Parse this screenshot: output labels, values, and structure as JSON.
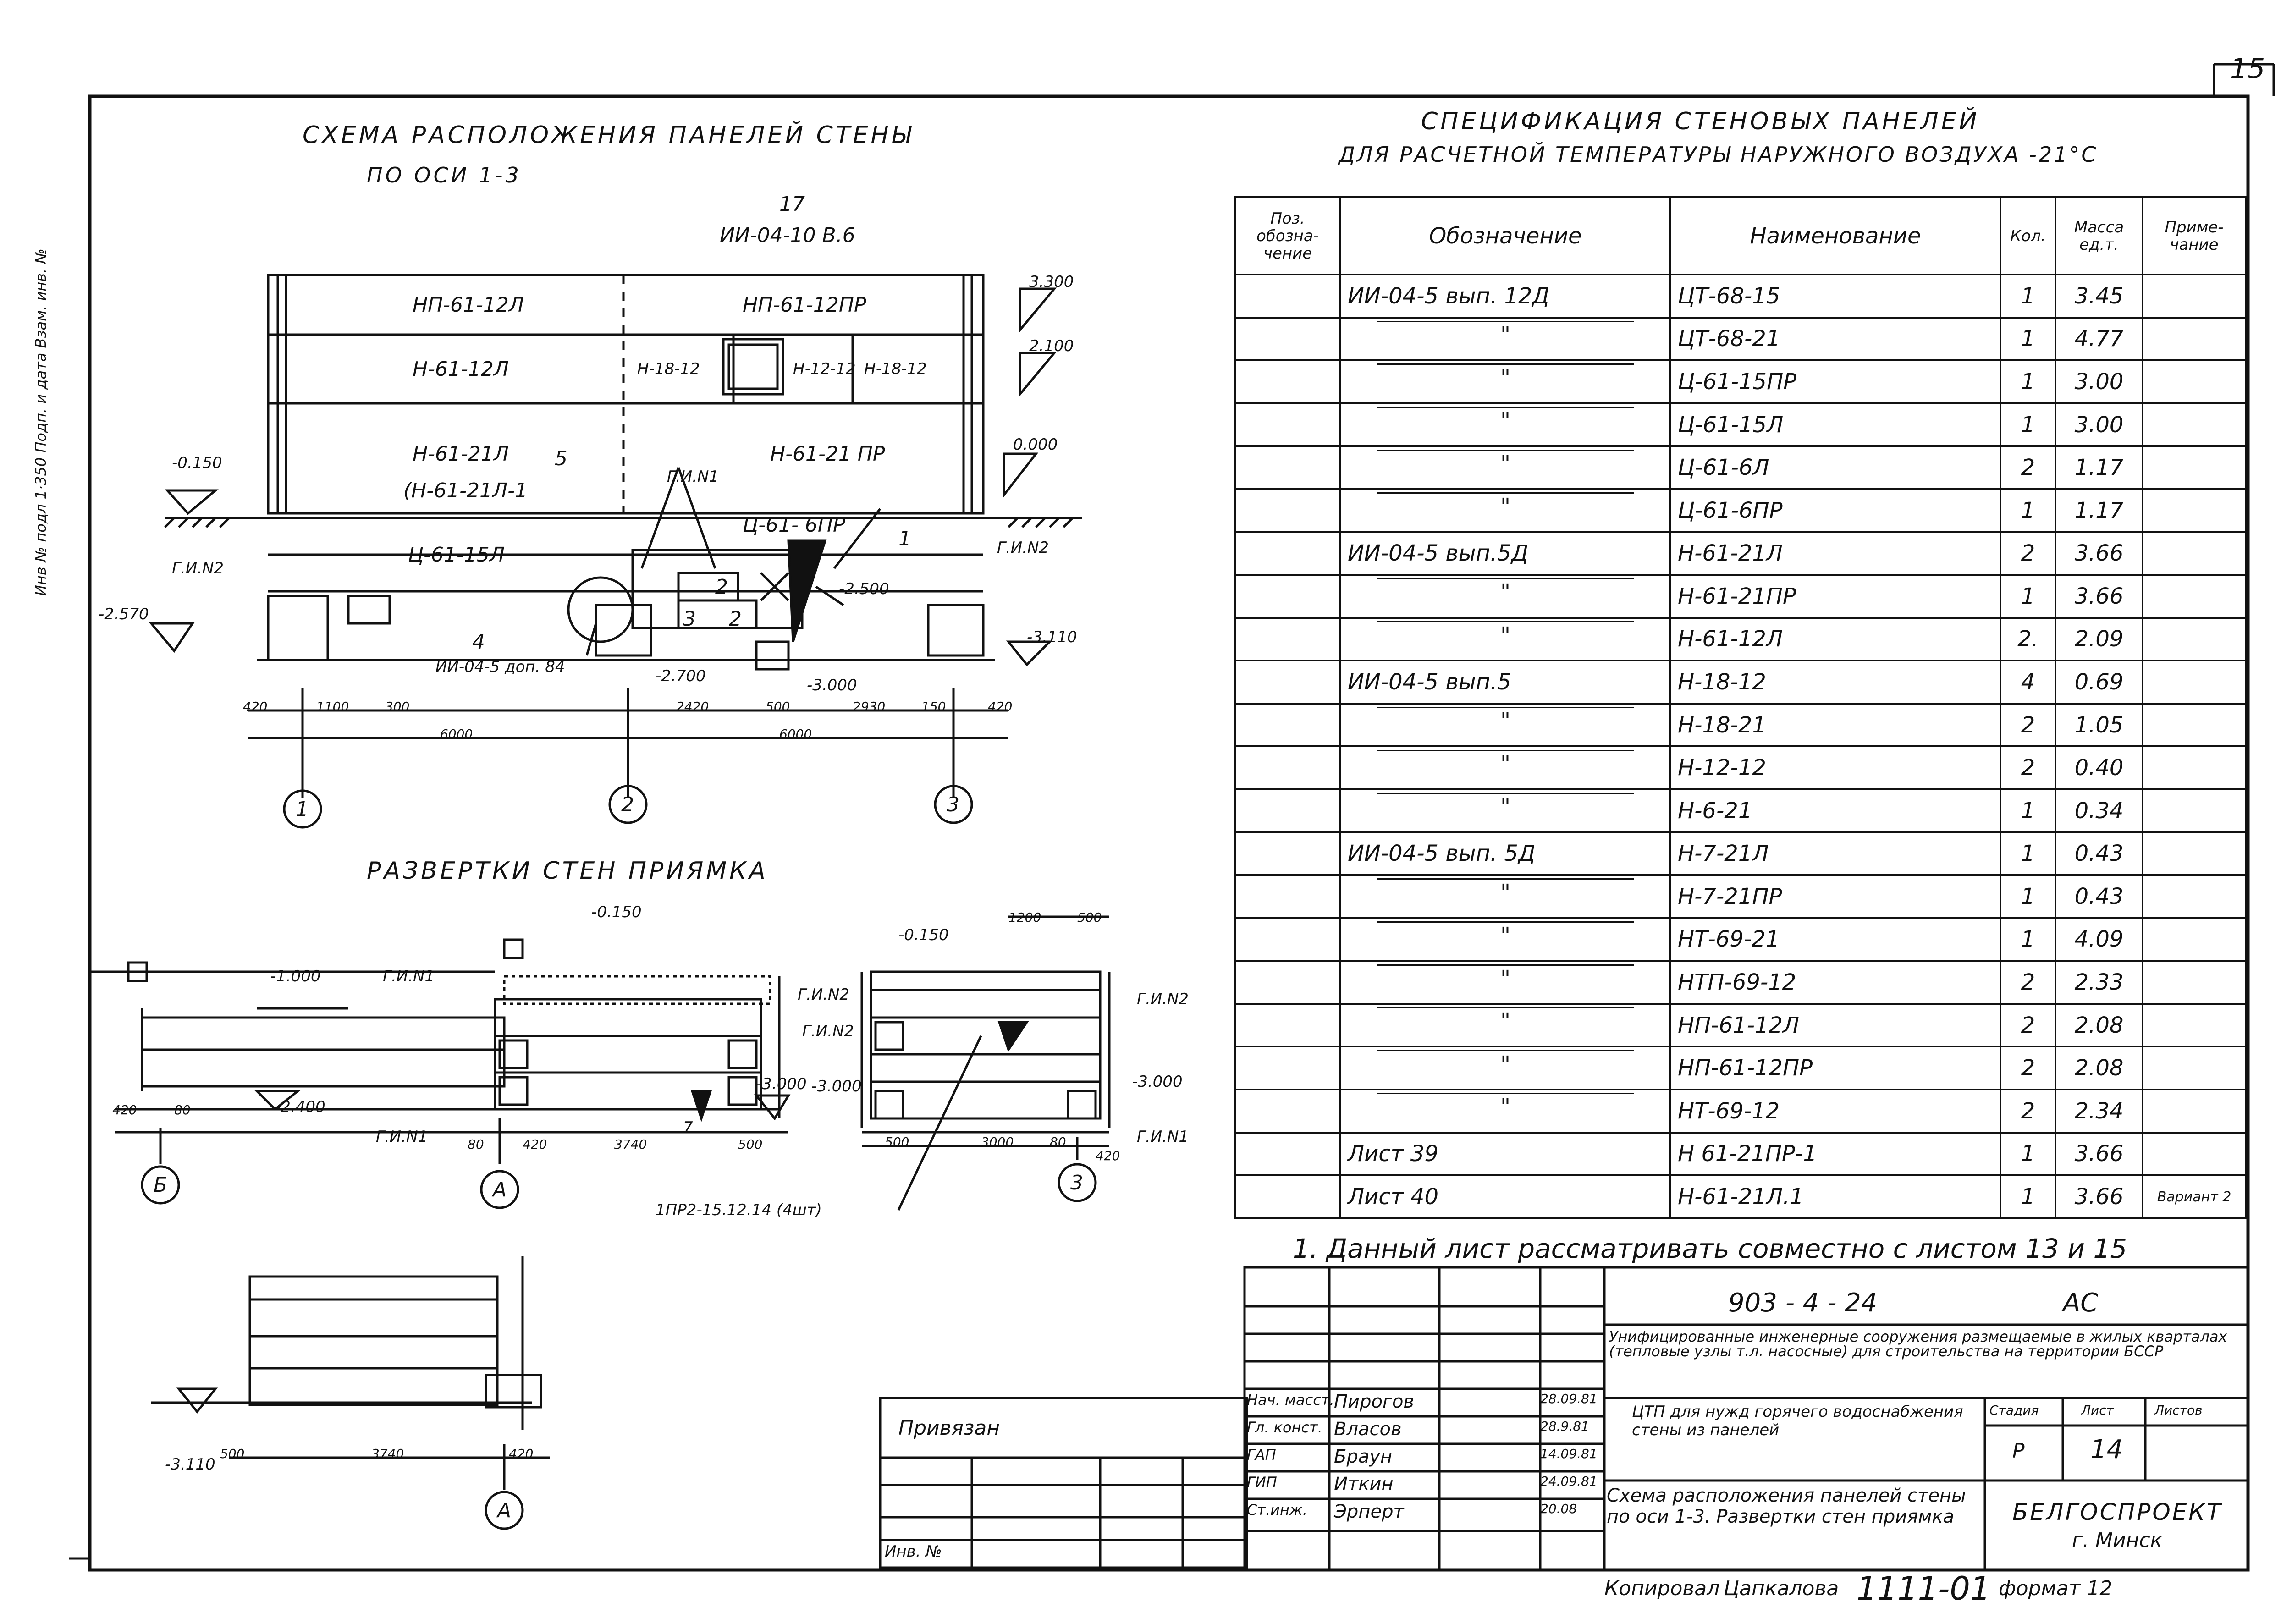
{
  "sheet_number": "15",
  "side_stamp": "Инв № подл  1·350  Подп. и дата  Взам. инв. №",
  "scheme": {
    "title": "СХЕМА РАСПОЛОЖЕНИЯ ПАНЕЛЕЙ СТЕНЫ",
    "subtitle": "ПО ОСИ 1-3",
    "top_callout_num": "17",
    "top_callout_ref": "ИИ-04-10 В.6",
    "panels": [
      "НП-61-12Л",
      "НП-61-12ПР",
      "Н-61-12Л",
      "Н-18-12",
      "Н-12-12",
      "Н-18-12",
      "Н-61-21Л",
      "(Н-61-21Л-1",
      "Н-61-21 ПР",
      "Ц-61-15Л",
      "Ц-61- 6ПР"
    ],
    "marks": [
      "3.300",
      "2.100",
      "0.000",
      "-0.150",
      "-2.570",
      "-2.500",
      "-2.700",
      "-3.000",
      "-3.110"
    ],
    "labels": [
      "Г.И.N1",
      "Г.И.N2",
      "Г.И.N2",
      "5",
      "1",
      "2",
      "3",
      "2",
      "4",
      "ИИ-04-5 доп. 84"
    ],
    "dims": [
      "420",
      "1100",
      "300",
      "2420",
      "500",
      "2930",
      "150",
      "420",
      "6000",
      "6000"
    ],
    "axes": [
      "1",
      "2",
      "3"
    ]
  },
  "sweep": {
    "title": "РАЗВЕРТКИ СТЕН ПРИЯМКА",
    "marks": [
      "-0.150",
      "-1.000",
      "-2.400",
      "-3.000",
      "-0.150",
      "-3.000",
      "-3.000",
      "-3.110"
    ],
    "labels": [
      "Г.И.N1",
      "Г.И.N2",
      "Г.И.N1",
      "Г.И.N2",
      "Г.И.N2",
      "Г.И.N1",
      "7",
      "1ПР2-15.12.14 (4шт)"
    ],
    "dims": [
      "420",
      "80",
      "80",
      "420",
      "3740",
      "500",
      "1200",
      "500",
      "500",
      "3000",
      "80",
      "420",
      "500",
      "3740",
      "420"
    ],
    "axes": [
      "Б",
      "А",
      "3",
      "А"
    ]
  },
  "spec": {
    "title1": "СПЕЦИФИКАЦИЯ СТЕНОВЫХ ПАНЕЛЕЙ",
    "title2": "ДЛЯ РАСЧЕТНОЙ ТЕМПЕРАТУРЫ НАРУЖНОГО ВОЗДУХА -21°С",
    "headers": [
      "Поз. обозна- чение",
      "Обозначение",
      "Наименование",
      "Кол.",
      "Масса ед.т.",
      "Приме- чание"
    ],
    "rows": [
      {
        "des": "ИИ-04-5 вып. 12Д",
        "name": "ЦТ-68-15",
        "qty": "1",
        "mass": "3.45",
        "note": ""
      },
      {
        "des": "",
        "name": "ЦТ-68-21",
        "qty": "1",
        "mass": "4.77",
        "note": ""
      },
      {
        "des": "",
        "name": "Ц-61-15ПР",
        "qty": "1",
        "mass": "3.00",
        "note": ""
      },
      {
        "des": "",
        "name": "Ц-61-15Л",
        "qty": "1",
        "mass": "3.00",
        "note": ""
      },
      {
        "des": "",
        "name": "Ц-61-6Л",
        "qty": "2",
        "mass": "1.17",
        "note": ""
      },
      {
        "des": "",
        "name": "Ц-61-6ПР",
        "qty": "1",
        "mass": "1.17",
        "note": ""
      },
      {
        "des": "ИИ-04-5 вып.5Д",
        "name": "Н-61-21Л",
        "qty": "2",
        "mass": "3.66",
        "note": ""
      },
      {
        "des": "",
        "name": "Н-61-21ПР",
        "qty": "1",
        "mass": "3.66",
        "note": ""
      },
      {
        "des": "",
        "name": "Н-61-12Л",
        "qty": "2.",
        "mass": "2.09",
        "note": ""
      },
      {
        "des": "ИИ-04-5 вып.5",
        "name": "Н-18-12",
        "qty": "4",
        "mass": "0.69",
        "note": ""
      },
      {
        "des": "",
        "name": "Н-18-21",
        "qty": "2",
        "mass": "1.05",
        "note": ""
      },
      {
        "des": "",
        "name": "Н-12-12",
        "qty": "2",
        "mass": "0.40",
        "note": ""
      },
      {
        "des": "",
        "name": "Н-6-21",
        "qty": "1",
        "mass": "0.34",
        "note": ""
      },
      {
        "des": "ИИ-04-5 вып. 5Д",
        "name": "Н-7-21Л",
        "qty": "1",
        "mass": "0.43",
        "note": ""
      },
      {
        "des": "",
        "name": "Н-7-21ПР",
        "qty": "1",
        "mass": "0.43",
        "note": ""
      },
      {
        "des": "",
        "name": "НТ-69-21",
        "qty": "1",
        "mass": "4.09",
        "note": ""
      },
      {
        "des": "",
        "name": "НТП-69-12",
        "qty": "2",
        "mass": "2.33",
        "note": ""
      },
      {
        "des": "",
        "name": "НП-61-12Л",
        "qty": "2",
        "mass": "2.08",
        "note": ""
      },
      {
        "des": "",
        "name": "НП-61-12ПР",
        "qty": "2",
        "mass": "2.08",
        "note": ""
      },
      {
        "des": "",
        "name": "НТ-69-12",
        "qty": "2",
        "mass": "2.34",
        "note": ""
      },
      {
        "des": "Лист 39",
        "name": "Н 61-21ПР-1",
        "qty": "1",
        "mass": "3.66",
        "note": ""
      },
      {
        "des": "Лист 40",
        "name": "Н-61-21Л.1",
        "qty": "1",
        "mass": "3.66",
        "note": "Вариант 2"
      }
    ],
    "ditto": "\""
  },
  "note": "1. Данный лист рассматривать совместно с листом 13 и 15",
  "titleblock": {
    "code": "903 - 4 - 24",
    "mark": "АС",
    "project": "Унифицированные инженерные сооружения размещаемые в жилых кварталах (тепловые узлы т.л. насосные) для строительства на территории БССР",
    "object": "ЦТП для нужд горячего водоснабжения стены из панелей",
    "sheet_title": "Схема расположения панелей стены по оси 1-3. Развертки стен приямка",
    "org": "БЕЛГОСПРОЕКТ",
    "city": "г. Минск",
    "stage_h": "Стадия",
    "sheet_h": "Лист",
    "sheets_h": "Листов",
    "stage": "Р",
    "sheet": "14",
    "attached": "Привязан",
    "inv": "Инв. №",
    "staff": [
      {
        "role": "Нач. масст.",
        "name": "Пирогов",
        "date": "28.09.81"
      },
      {
        "role": "Гл. конст.",
        "name": "Власов",
        "date": "28.9.81"
      },
      {
        "role": "ГАП",
        "name": "Браун",
        "date": "14.09.81"
      },
      {
        "role": "ГИП",
        "name": "Иткин",
        "date": "24.09.81"
      },
      {
        "role": "Ст.инж.",
        "name": "Эрперт",
        "date": "20.08"
      }
    ],
    "copied": "Копировал",
    "copier": "Цапкалова",
    "copy_num": "1111-01",
    "format": "формат 12"
  }
}
